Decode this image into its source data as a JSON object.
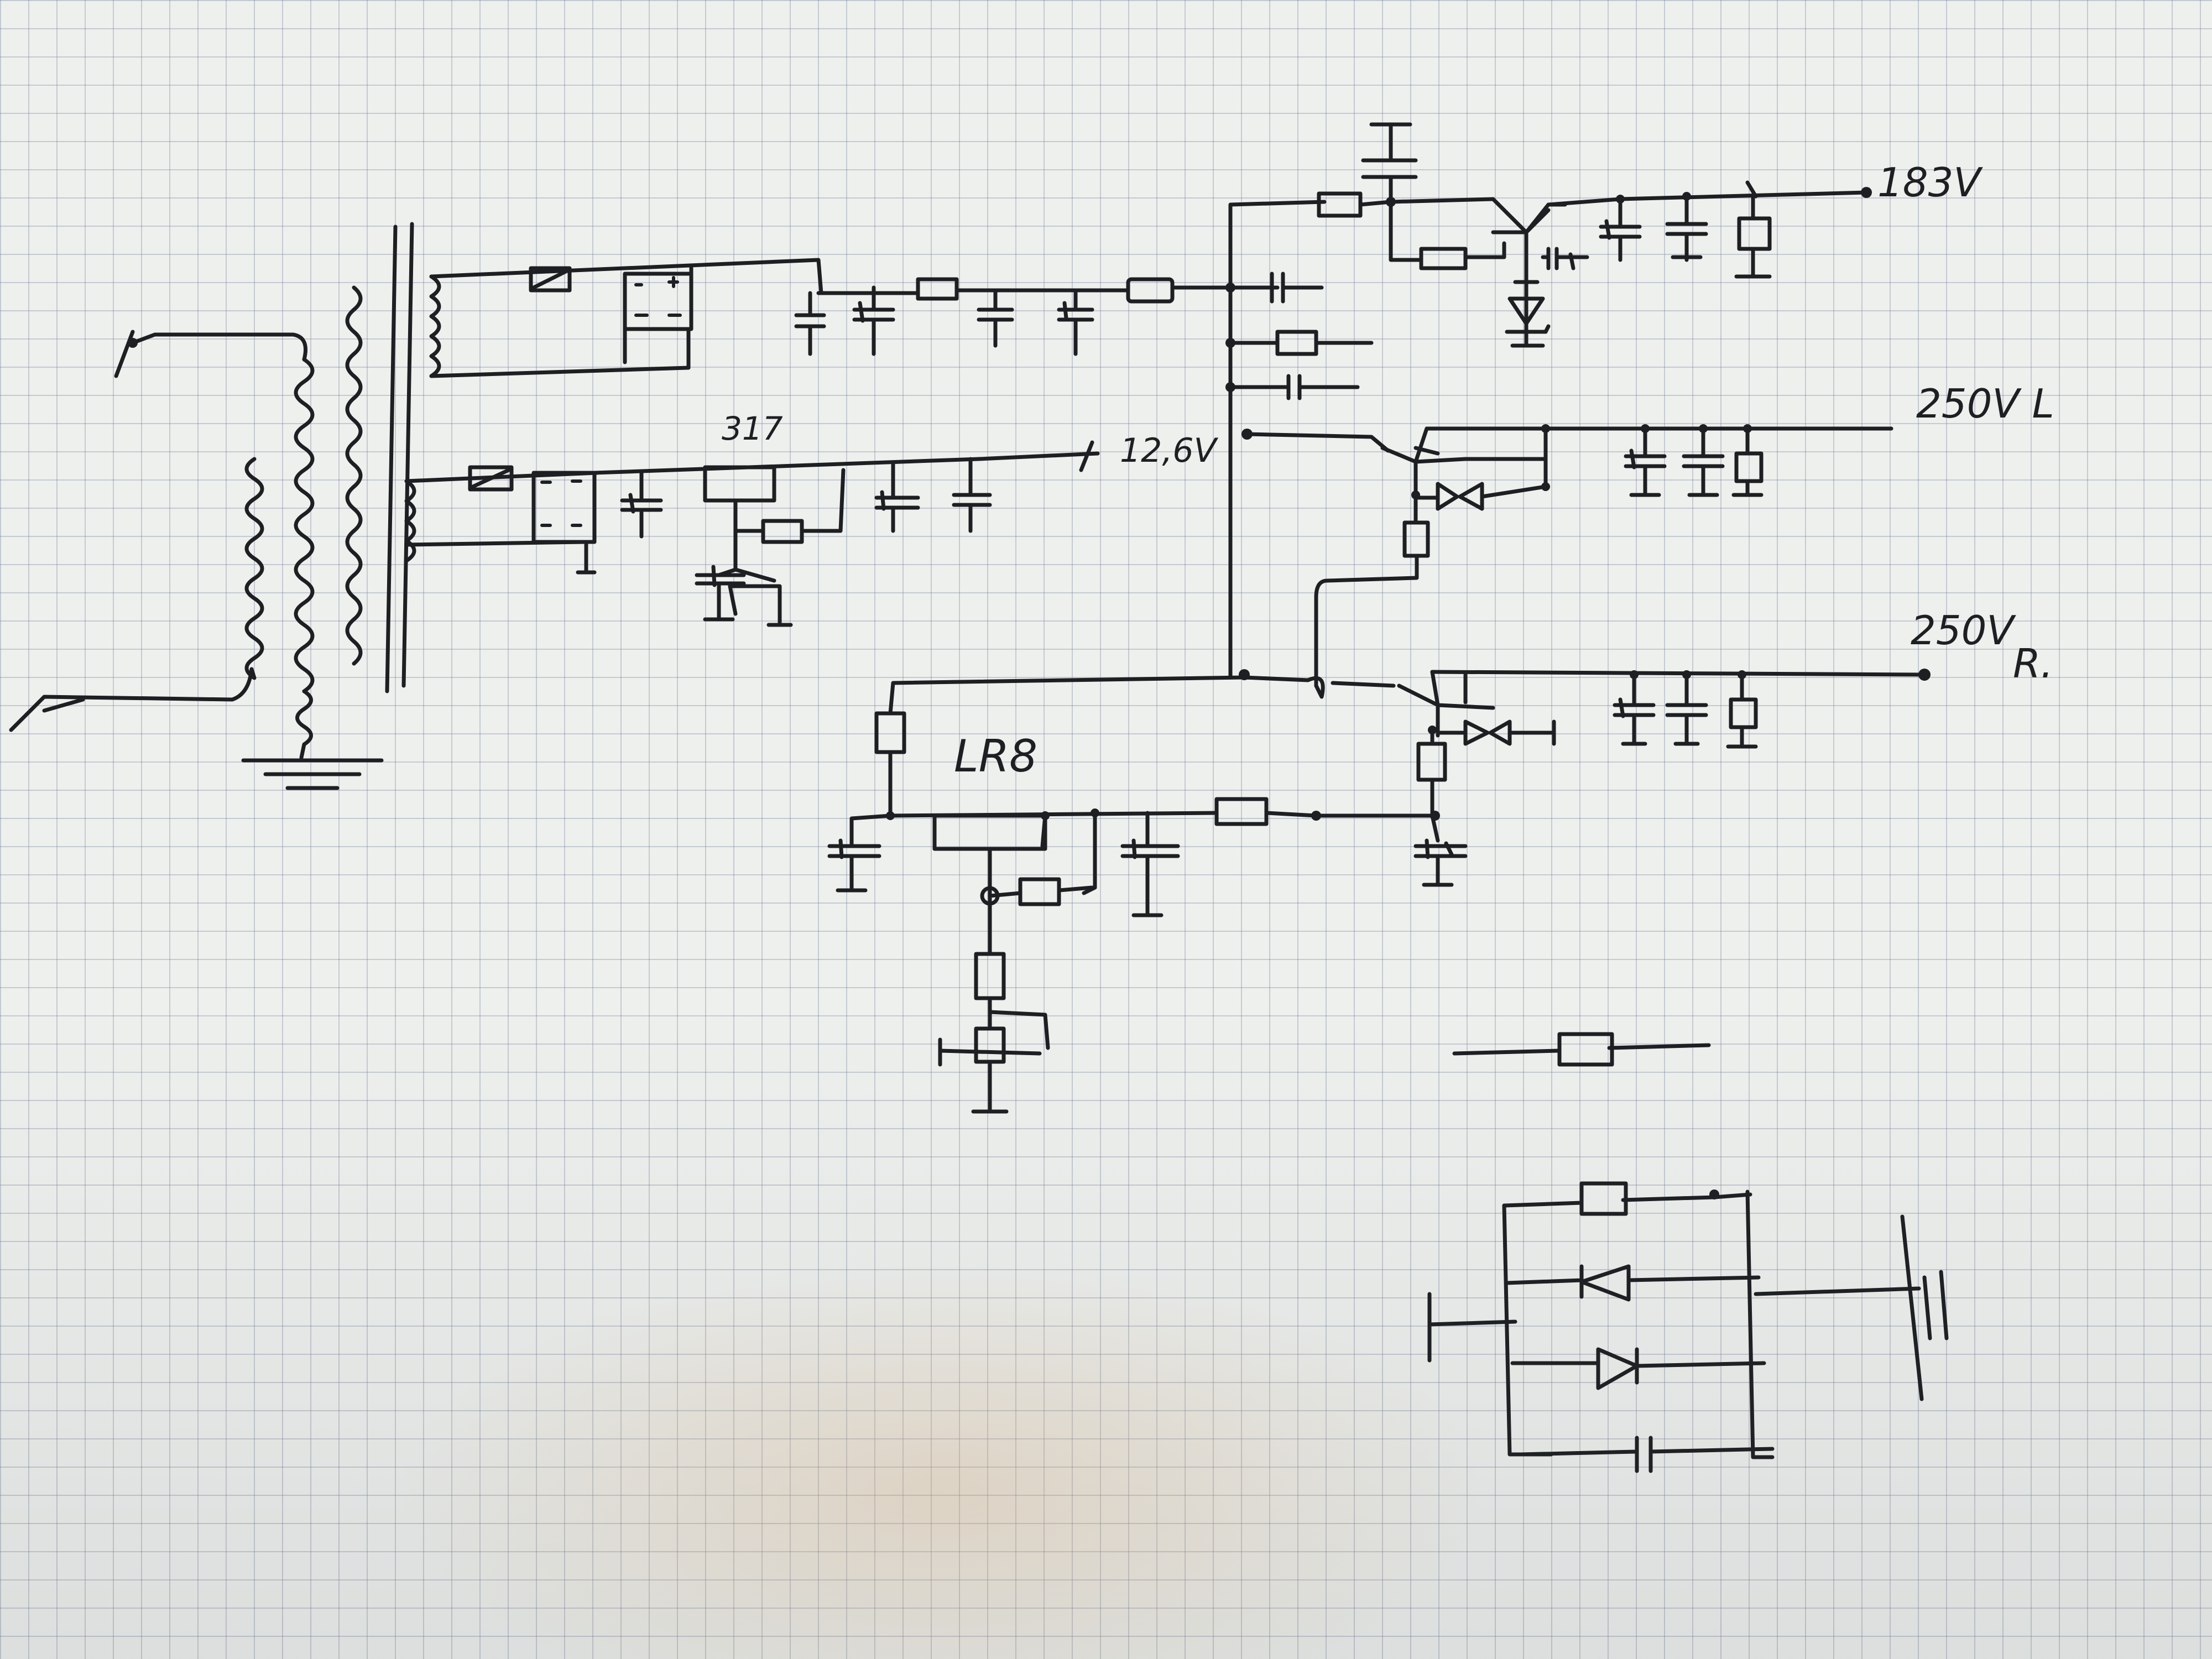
{
  "labels": {
    "out_183": "183V",
    "out_250L": "250V L",
    "out_250R_value": "250V",
    "out_250R_suffix": "R.",
    "out_12_6": "12,6V",
    "reg_317": "317",
    "tube_lr8": "LR8"
  },
  "colors": {
    "ink": "#1d1f22",
    "paper": "#eef0ee",
    "grid": "#6e7d96"
  }
}
